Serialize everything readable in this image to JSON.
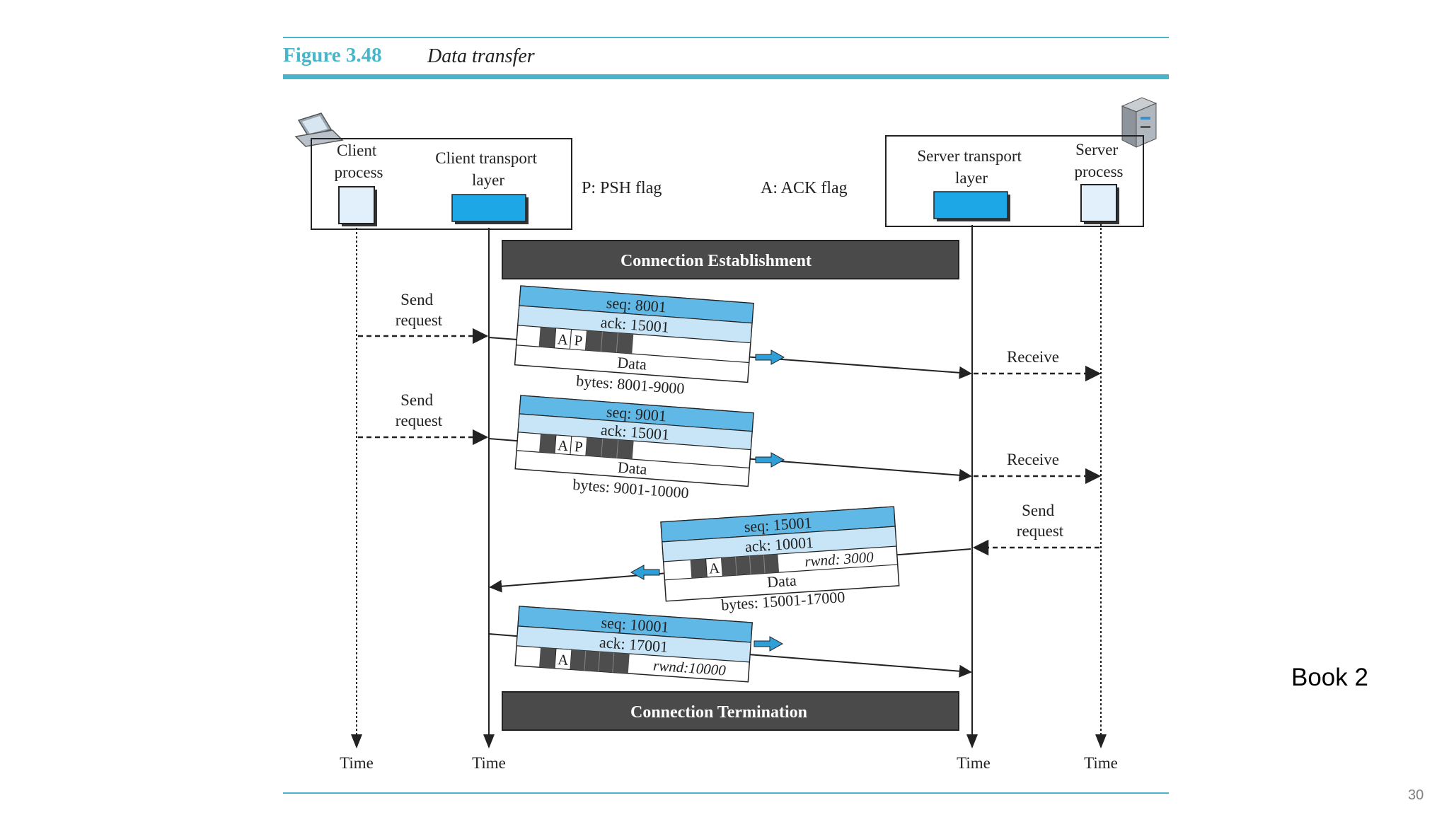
{
  "figure": {
    "number": "Figure 3.48",
    "title": "Data transfer"
  },
  "legend": {
    "psh": "P: PSH flag",
    "ack": "A: ACK flag"
  },
  "client": {
    "process": [
      "Client",
      "process"
    ],
    "transport": [
      "Client transport",
      "layer"
    ]
  },
  "server": {
    "transport": [
      "Server transport",
      "layer"
    ],
    "process": [
      "Server",
      "process"
    ]
  },
  "bars": {
    "establishment": "Connection Establishment",
    "termination": "Connection Termination"
  },
  "events": {
    "send_request": [
      "Send",
      "request"
    ],
    "receive": "Receive"
  },
  "segments": [
    {
      "seq": "seq: 8001",
      "ack": "ack: 15001",
      "flags": [
        "A",
        "P"
      ],
      "data_label": "Data",
      "bytes": "bytes: 8001-9000"
    },
    {
      "seq": "seq: 9001",
      "ack": "ack: 15001",
      "flags": [
        "A",
        "P"
      ],
      "data_label": "Data",
      "bytes": "bytes: 9001-10000"
    },
    {
      "seq": "seq: 15001",
      "ack": "ack: 10001",
      "flags": [
        "A"
      ],
      "rwnd": "rwnd: 3000",
      "data_label": "Data",
      "bytes": "bytes: 15001-17000"
    },
    {
      "seq": "seq: 10001",
      "ack": "ack: 17001",
      "flags": [
        "A"
      ],
      "rwnd": "rwnd:10000"
    }
  ],
  "time_label": "Time",
  "side_note": "Book 2",
  "page_number": "30",
  "colors": {
    "accent": "#47b6c9",
    "header_blue": "#5fb8e6",
    "light_blue": "#c7e5f7",
    "bar": "#4a4a4a"
  }
}
